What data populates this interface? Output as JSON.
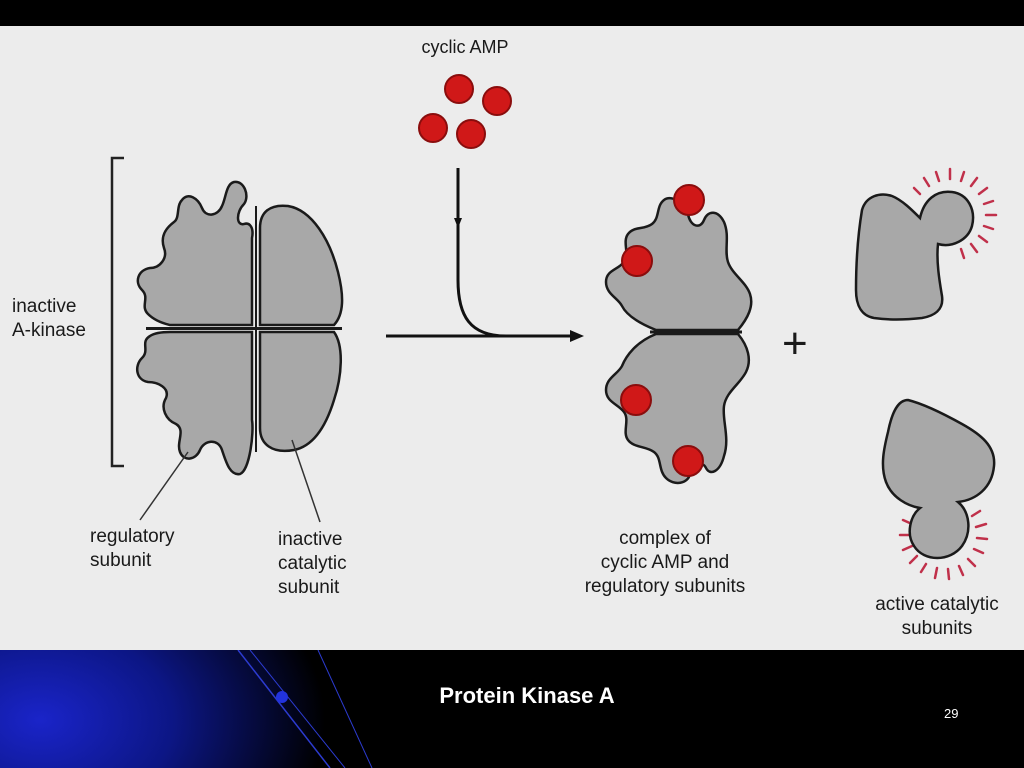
{
  "slide": {
    "title": "Protein Kinase A",
    "page_number": "29"
  },
  "diagram": {
    "labels": {
      "cyclic_amp": "cyclic AMP",
      "inactive_a_kinase_line1": "inactive",
      "inactive_a_kinase_line2": "A-kinase",
      "regulatory_subunit_line1": "regulatory",
      "regulatory_subunit_line2": "subunit",
      "inactive_catalytic_line1": "inactive",
      "inactive_catalytic_line2": "catalytic",
      "inactive_catalytic_line3": "subunit",
      "complex_line1": "complex of",
      "complex_line2": "cyclic AMP and",
      "complex_line3": "regulatory subunits",
      "active_catalytic_line1": "active catalytic",
      "active_catalytic_line2": "subunits",
      "plus_sign": "+"
    },
    "colors": {
      "subunit_fill": "#a8a8a8",
      "camp_red": "#d01818",
      "activity_rays": "#c0304a",
      "panel_background": "#ececec",
      "slide_background": "#000000",
      "accent_blue": "#1a24c9"
    }
  }
}
